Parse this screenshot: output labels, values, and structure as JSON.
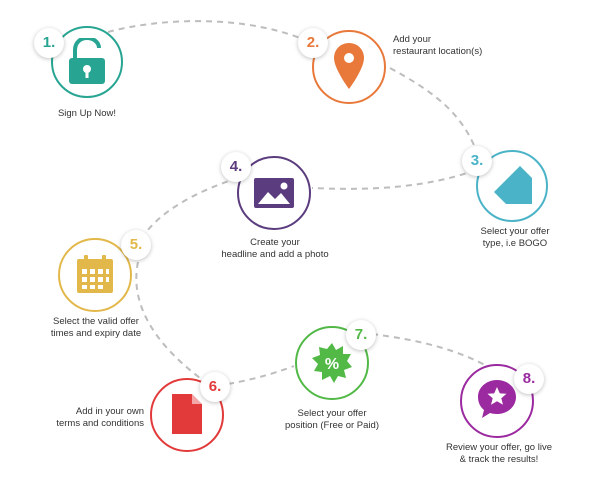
{
  "steps": [
    {
      "num": "1.",
      "label": "Sign Up Now!",
      "color": "#27a592",
      "icon": "lock-icon"
    },
    {
      "num": "2.",
      "label": "Add your\nrestaurant location(s)",
      "color": "#e8793a",
      "icon": "location-pin-icon"
    },
    {
      "num": "3.",
      "label": "Select your offer\ntype, i.e BOGO",
      "color": "#4bb3c8",
      "icon": "tag-icon"
    },
    {
      "num": "4.",
      "label": "Create your\nheadline and add a photo",
      "color": "#5b3c7e",
      "icon": "photo-icon"
    },
    {
      "num": "5.",
      "label": "Select the valid offer\ntimes and expiry date",
      "color": "#e3b84a",
      "icon": "calendar-icon"
    },
    {
      "num": "6.",
      "label": "Add in your own\nterms and conditions",
      "color": "#e23a3a",
      "icon": "document-icon"
    },
    {
      "num": "7.",
      "label": "Select your offer\nposition (Free or Paid)",
      "color": "#52b947",
      "icon": "percent-badge-icon"
    },
    {
      "num": "8.",
      "label": "Review your offer, go live\n& track the results!",
      "color": "#9b2aa0",
      "icon": "star-chat-icon"
    }
  ],
  "path_color": "#bdbdbd"
}
